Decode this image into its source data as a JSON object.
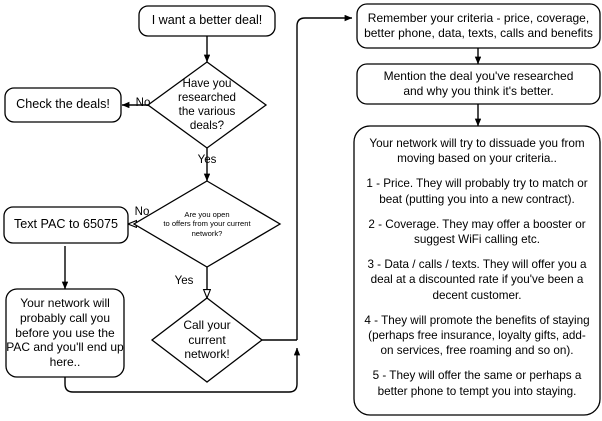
{
  "diagram": {
    "title": "Mobile network haggling flowchart",
    "background_color": "#ffffff",
    "stroke_color": "#000000",
    "nodes": {
      "start": {
        "label": "I want a better deal!",
        "shape": "rounded-rectangle"
      },
      "researched_decision": {
        "label": "Have you\nresearched\nthe various\ndeals?",
        "shape": "diamond"
      },
      "check_deals": {
        "label": "Check the deals!",
        "shape": "rounded-rectangle"
      },
      "open_to_offers_decision": {
        "label": "Are you open\nto offers from your current\nnetwork?",
        "shape": "diamond"
      },
      "text_pac": {
        "label": "Text PAC to 65075",
        "shape": "rounded-rectangle"
      },
      "network_will_call": {
        "label": "Your network will\nprobably call you\nbefore you use the\nPAC and you'll end up\nhere..",
        "shape": "rounded-rectangle"
      },
      "call_network": {
        "label": "Call your\ncurrent\nnetwork!",
        "shape": "diamond"
      },
      "remember_criteria": {
        "label": "Remember your criteria - price, coverage,\nbetter phone, data, texts, calls and benefits",
        "shape": "rounded-rectangle"
      },
      "mention_deal": {
        "label": "Mention the deal you've researched\nand why you think it's better.",
        "shape": "rounded-rectangle"
      },
      "dissuade": {
        "shape": "rounded-rectangle",
        "intro": "Your network will try to dissuade you from moving based on your criteria..",
        "points": [
          "1 - Price. They will probably try to match or beat (putting you into a new contract).",
          "2 - Coverage. They may offer a booster or suggest WiFi calling etc.",
          "3 - Data / calls / texts. They will offer you a deal at a discounted rate if you've been a decent customer.",
          "4 - They will promote the benefits of staying (perhaps free insurance, loyalty gifts, add-on services, free roaming and so on).",
          "5 -  They will offer the same or perhaps a better phone to tempt you into staying."
        ]
      }
    },
    "edge_labels": {
      "researched_no": "No",
      "researched_yes": "Yes",
      "open_no": "No",
      "open_yes": "Yes"
    }
  }
}
